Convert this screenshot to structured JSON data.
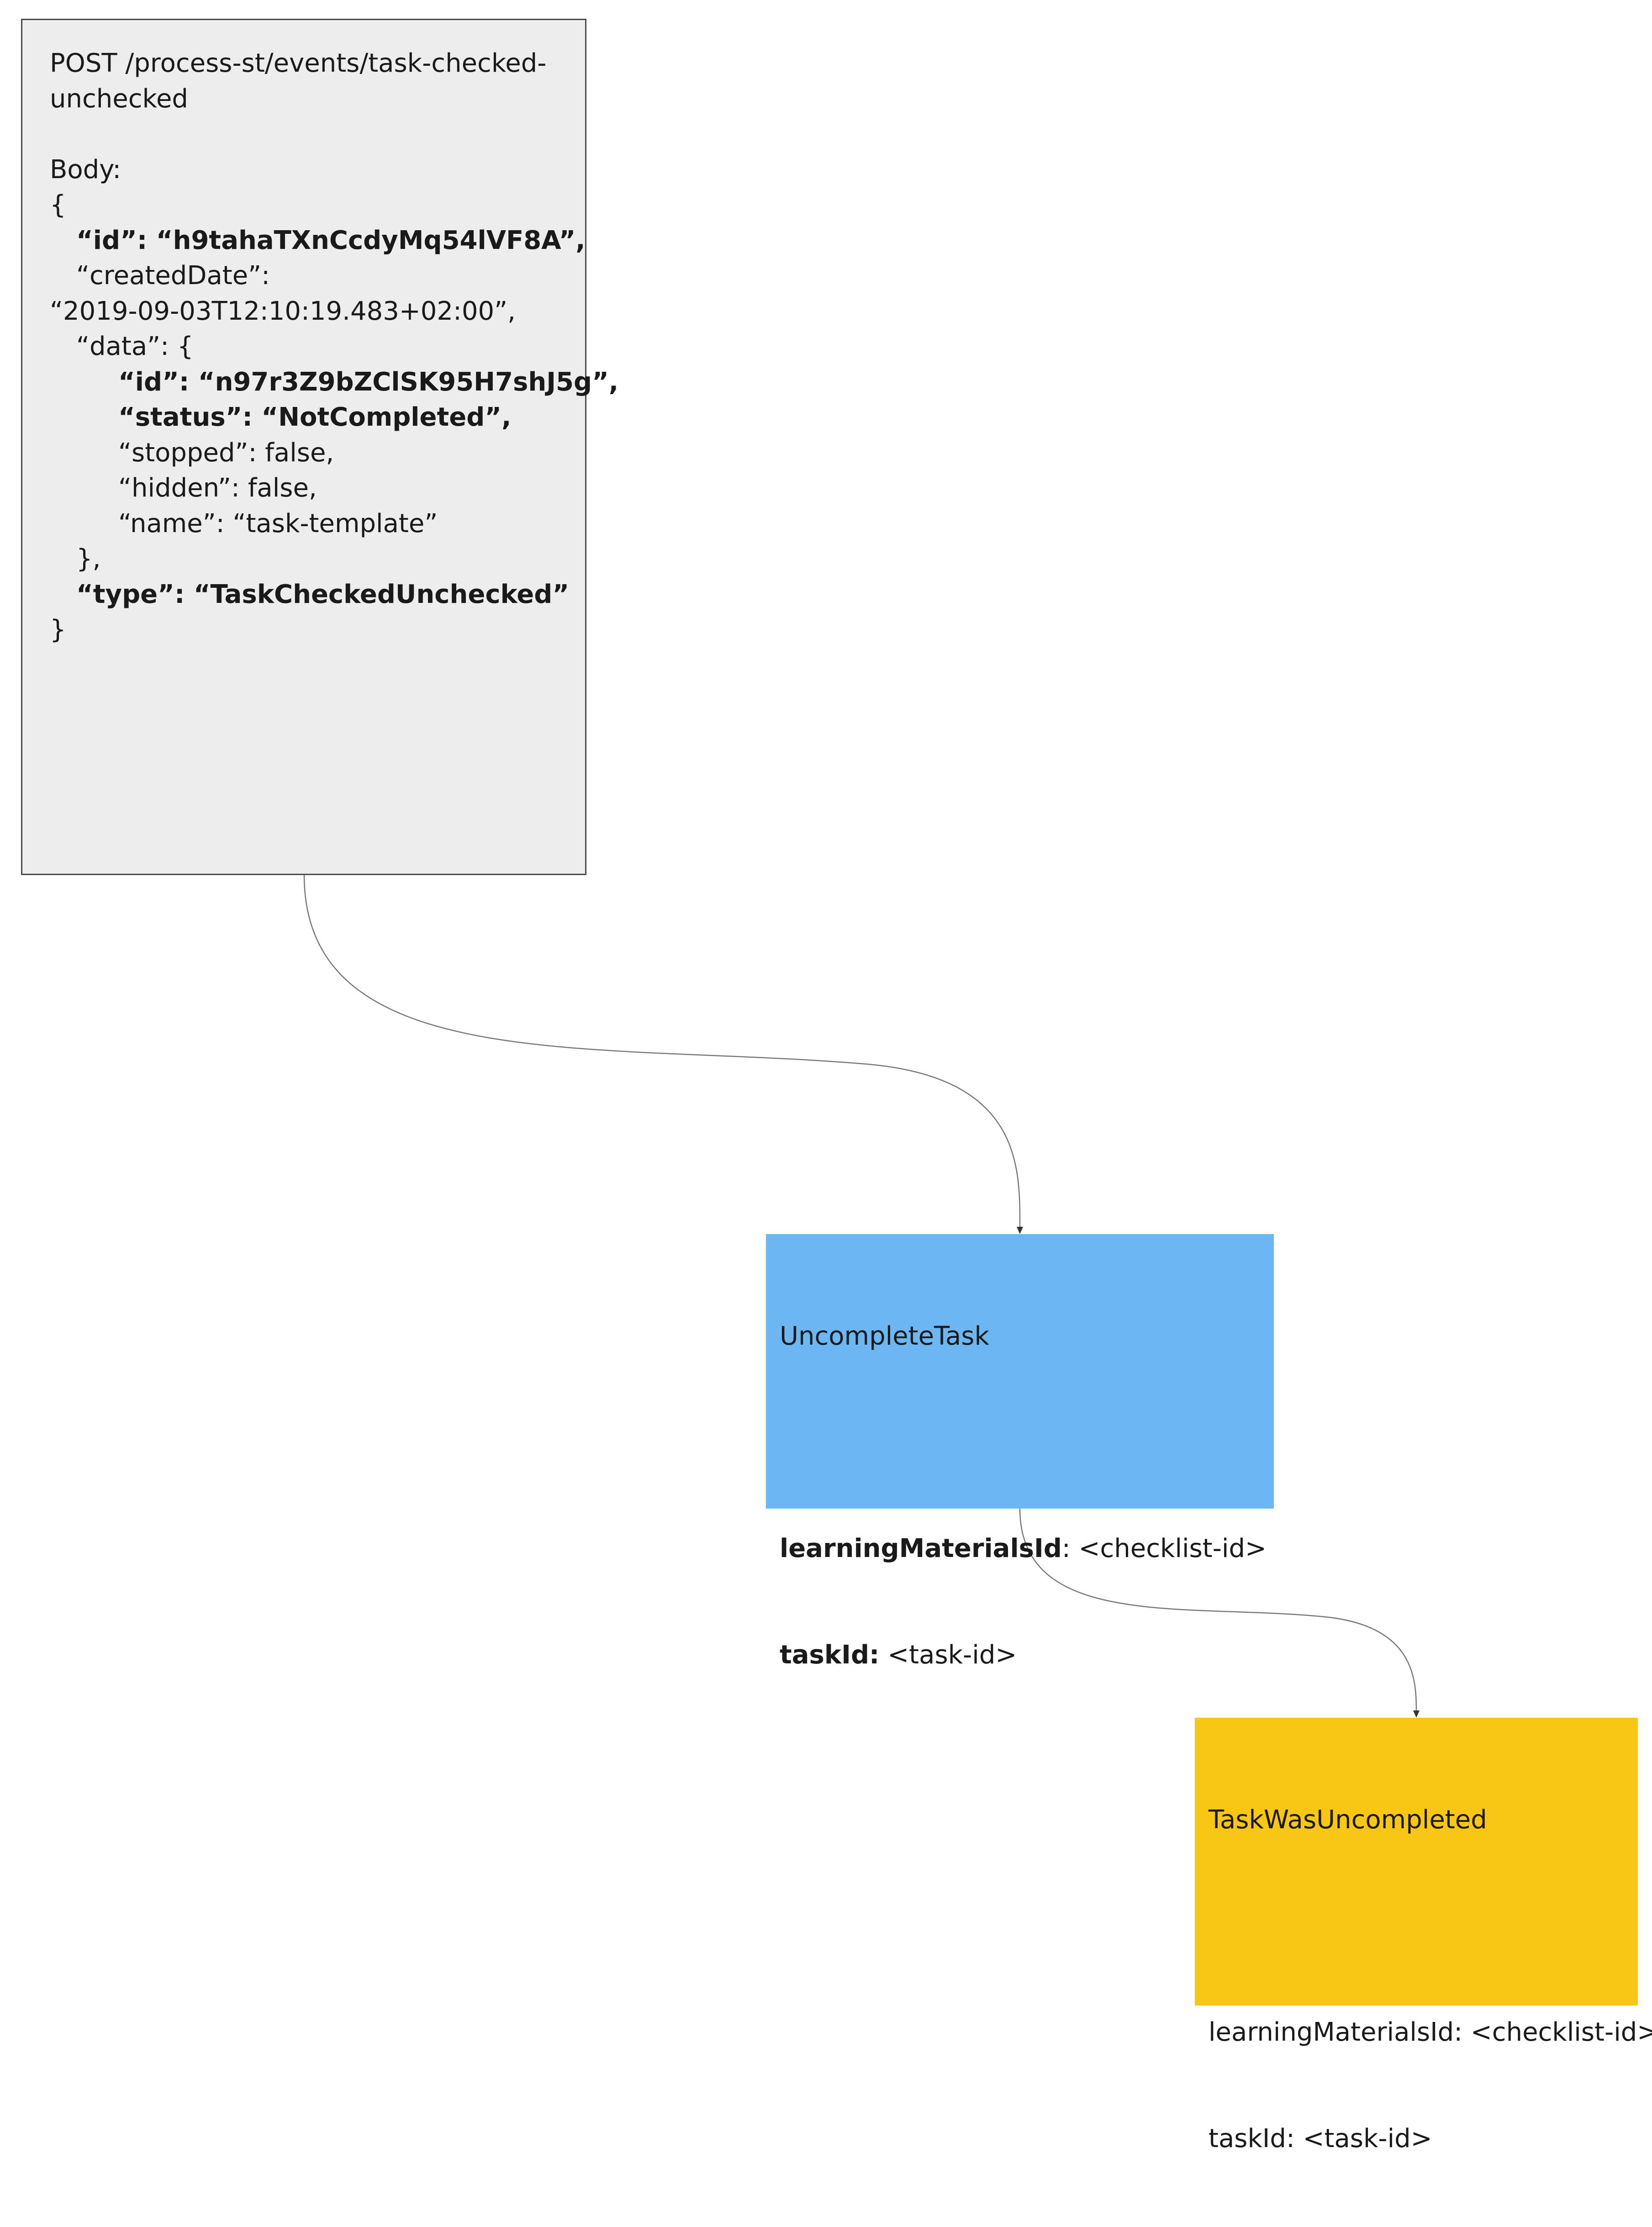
{
  "request": {
    "lines": [
      {
        "text": "POST /process-st/events/task-checked-",
        "bold": false,
        "indent": 0
      },
      {
        "text": "unchecked",
        "bold": false,
        "indent": 0
      },
      {
        "text": "",
        "bold": false,
        "indent": 0
      },
      {
        "text": "Body:",
        "bold": false,
        "indent": 0
      },
      {
        "text": "{",
        "bold": false,
        "indent": 0
      },
      {
        "text": "“id”: “h9tahaTXnCcdyMq54lVF8A”,",
        "bold": true,
        "indent": 1
      },
      {
        "text": "“createdDate”:",
        "bold": false,
        "indent": 1
      },
      {
        "text": "“2019-09-03T12:10:19.483+02:00”,",
        "bold": false,
        "indent": 0
      },
      {
        "text": "“data”: {",
        "bold": false,
        "indent": 1
      },
      {
        "text": "“id”: “n97r3Z9bZClSK95H7shJ5g”,",
        "bold": true,
        "indent": 2
      },
      {
        "text": "“status”: “NotCompleted”,",
        "bold": true,
        "indent": 2
      },
      {
        "text": "“stopped”: false,",
        "bold": false,
        "indent": 2
      },
      {
        "text": "“hidden”: false,",
        "bold": false,
        "indent": 2
      },
      {
        "text": "“name”: “task-template”",
        "bold": false,
        "indent": 2
      },
      {
        "text": "},",
        "bold": false,
        "indent": 1
      },
      {
        "text": "“type”: “TaskCheckedUnchecked”",
        "bold": true,
        "indent": 1
      },
      {
        "text": "}",
        "bold": false,
        "indent": 0
      }
    ]
  },
  "command": {
    "title": "UncompleteTask",
    "field1_key": "learningMaterialsId",
    "field1_value": ": <checklist-id>",
    "field2_key": "taskId:",
    "field2_value": " <task-id>",
    "color": "#6cb7f1"
  },
  "event": {
    "title": "TaskWasUncompleted",
    "line1": "learningMaterialsId: <checklist-id>",
    "line2": "taskId: <task-id>",
    "color": "#f8c614"
  },
  "colors": {
    "request_fill": "#ededed",
    "connector": "#666666"
  }
}
